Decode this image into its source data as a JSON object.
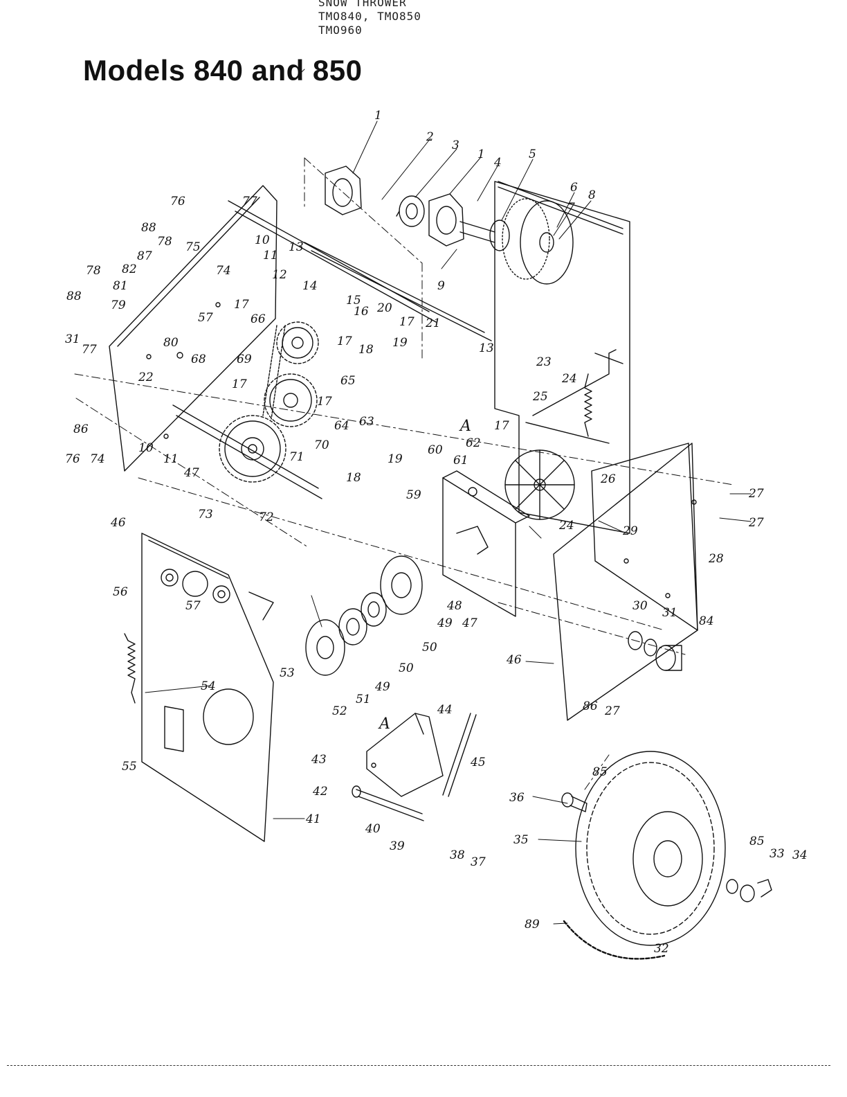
{
  "header": {
    "lines": [
      "SNOW THROWER",
      "TMO840, TMO850",
      "TMO960"
    ]
  },
  "title": "Models 840 and 850",
  "callouts": [
    "1",
    "2",
    "3",
    "1",
    "4",
    "5",
    "6",
    "7",
    "8",
    "9",
    "76",
    "77",
    "75",
    "74",
    "10",
    "11",
    "12",
    "13",
    "88",
    "78",
    "78",
    "82",
    "87",
    "81",
    "79",
    "80",
    "88",
    "14",
    "15",
    "16",
    "17",
    "17",
    "18",
    "19",
    "20",
    "17",
    "21",
    "13",
    "23",
    "24",
    "25",
    "31",
    "77",
    "57",
    "66",
    "68",
    "69",
    "22",
    "17",
    "65",
    "64",
    "63",
    "A",
    "17",
    "62",
    "61",
    "60",
    "26",
    "76",
    "74",
    "86",
    "10",
    "11",
    "47",
    "73",
    "72",
    "71",
    "70",
    "17",
    "18",
    "19",
    "27",
    "27",
    "28",
    "29",
    "24",
    "46",
    "59",
    "48",
    "47",
    "49",
    "50",
    "50",
    "49",
    "53",
    "52",
    "51",
    "30",
    "31",
    "84",
    "46",
    "86",
    "27",
    "56",
    "57",
    "54",
    "55",
    "41",
    "44",
    "A",
    "43",
    "42",
    "40",
    "39",
    "45",
    "38",
    "37",
    "36",
    "85",
    "35",
    "85",
    "33",
    "34",
    "32",
    "89"
  ]
}
